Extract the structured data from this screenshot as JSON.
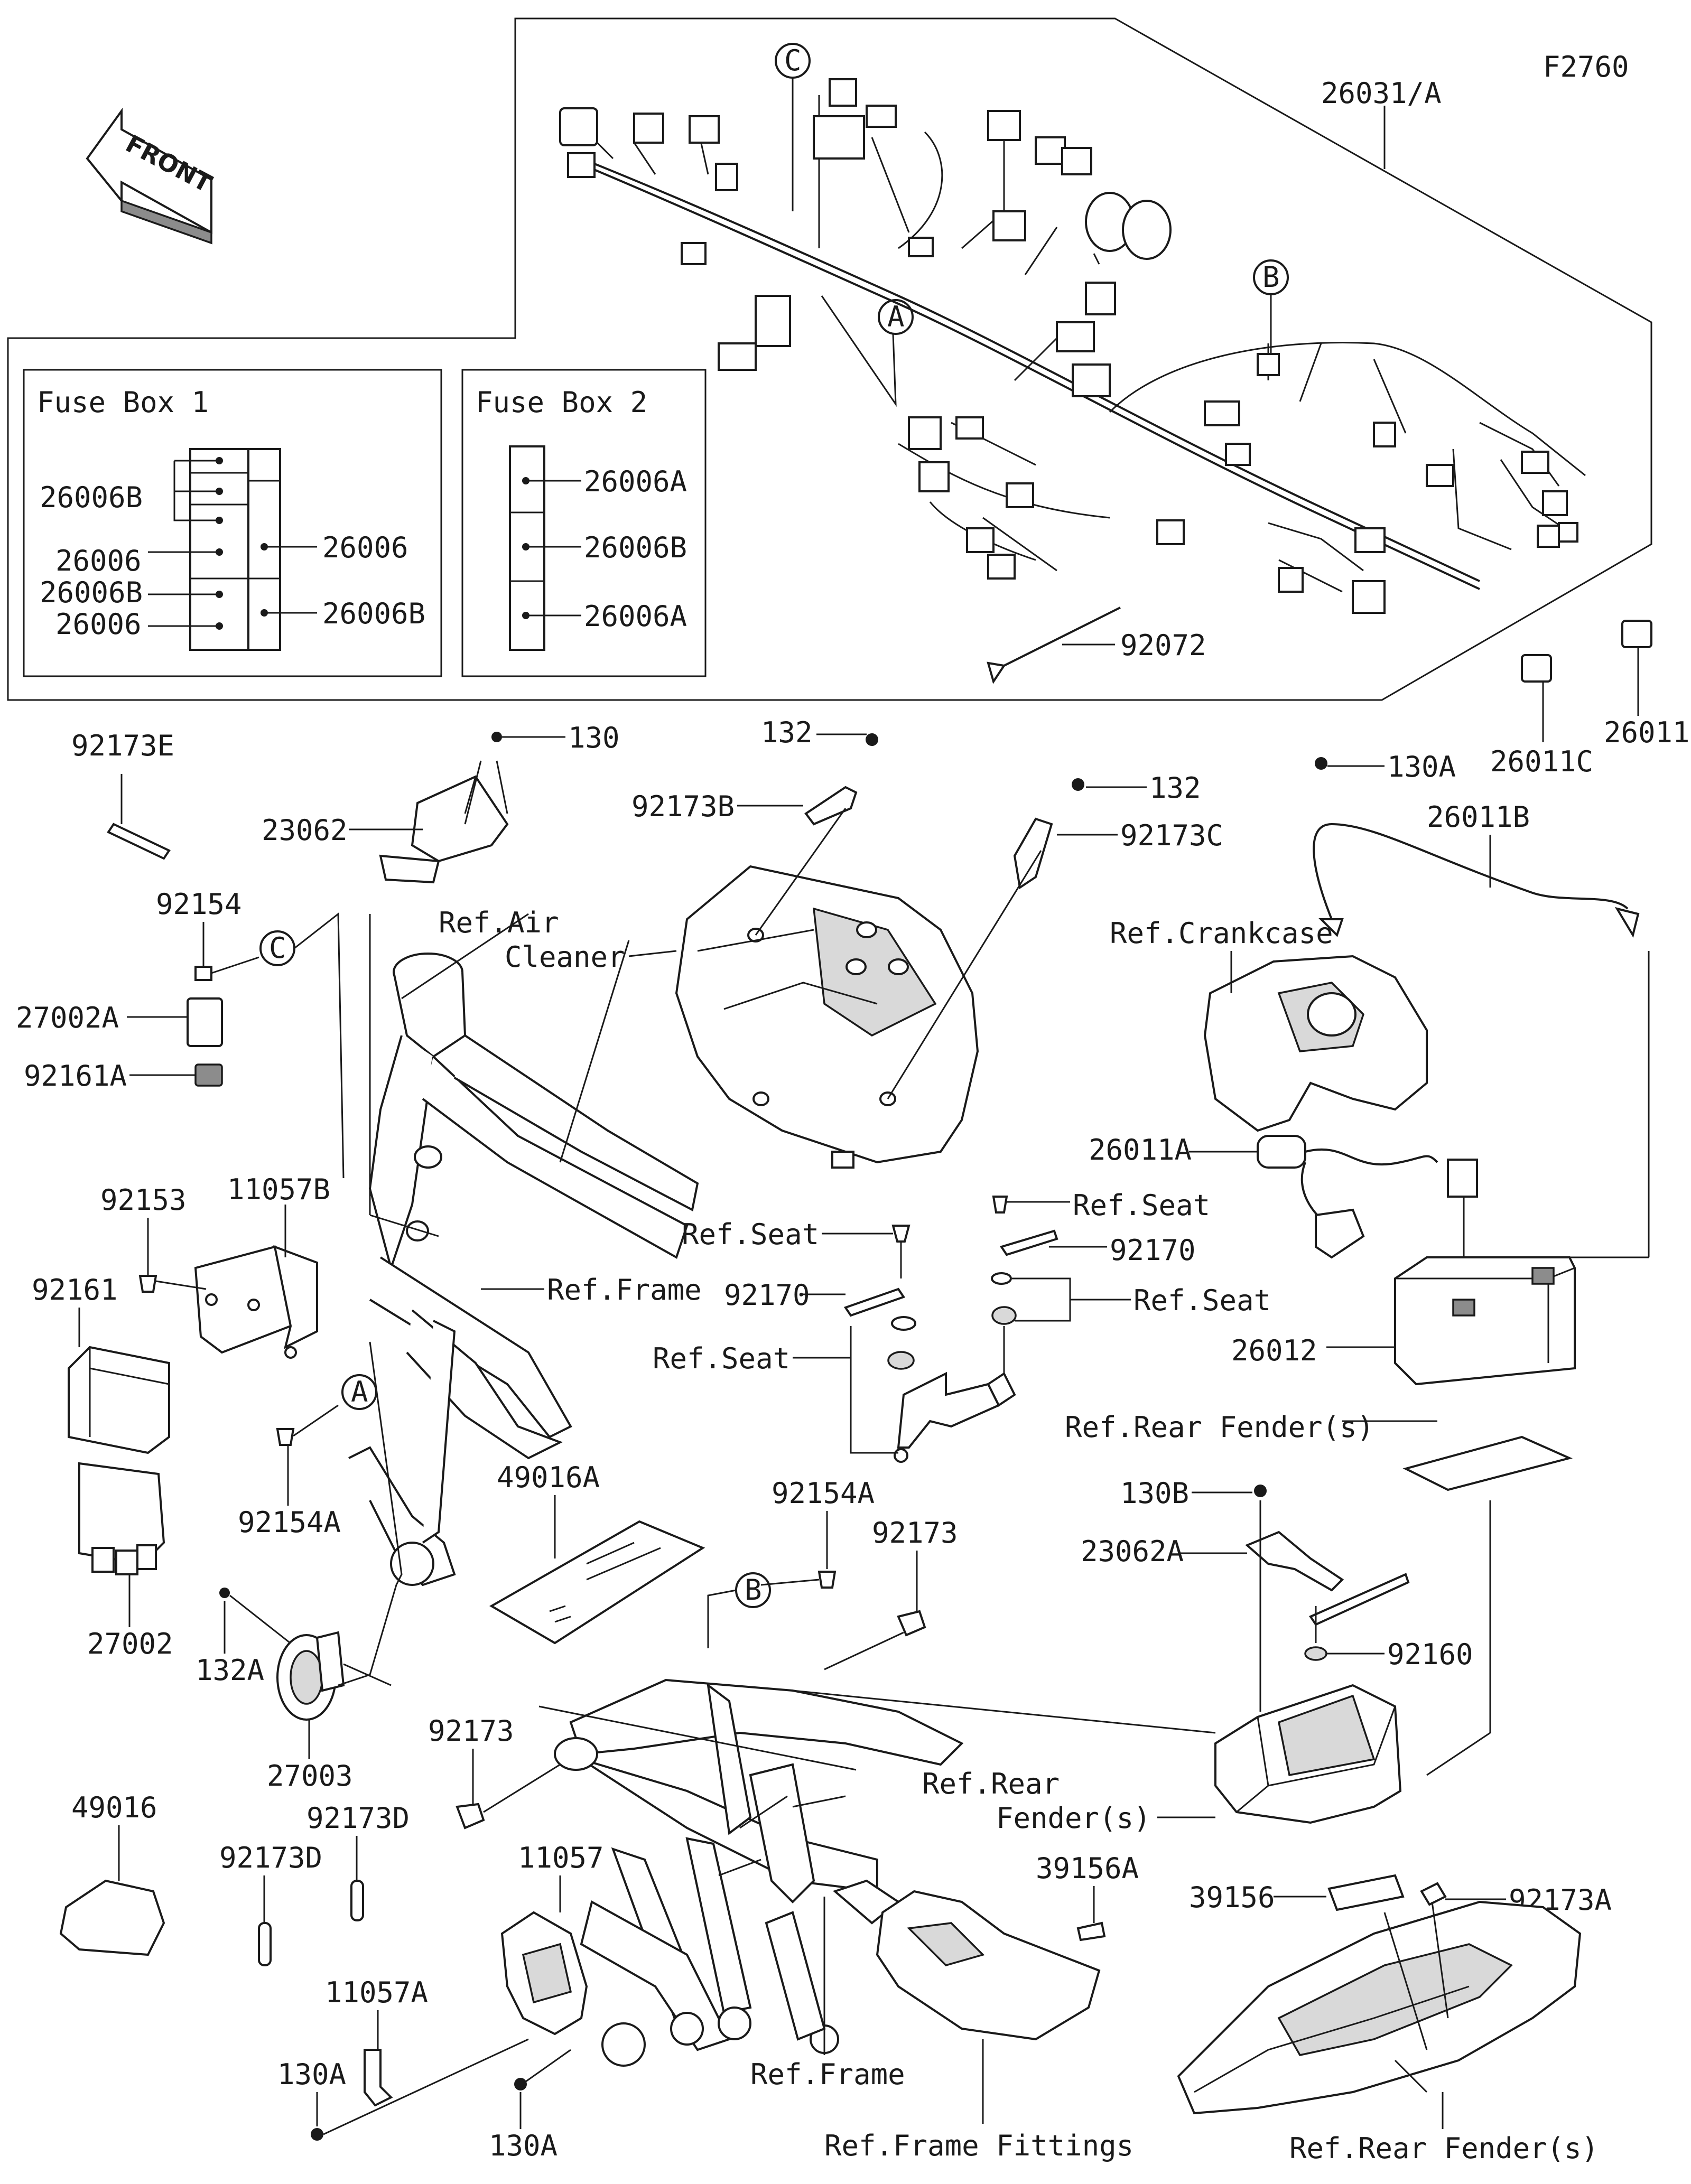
{
  "figure_id": "F2760",
  "front_label": "FRONT",
  "callouts": {
    "A": "A",
    "B": "B",
    "C": "C"
  },
  "fuse_box_1": {
    "title": "Fuse Box 1",
    "labels": [
      "26006B",
      "26006",
      "26006",
      "26006B",
      "26006",
      "26006B"
    ]
  },
  "fuse_box_2": {
    "title": "Fuse Box 2",
    "labels": [
      "26006A",
      "26006B",
      "26006A"
    ]
  },
  "parts": {
    "p26031A": "26031/A",
    "p92072": "92072",
    "p26011": "26011",
    "p26011C": "26011C",
    "p92173E": "92173E",
    "p130_top": "130",
    "p23062": "23062",
    "p132_a": "132",
    "p92173B": "92173B",
    "p132_b": "132",
    "p92173C": "92173C",
    "p130A_top": "130A",
    "p26011B": "26011B",
    "p92154": "92154",
    "ref_air_cleaner_1": "Ref.Air",
    "ref_air_cleaner_2": "Cleaner",
    "ref_crankcase": "Ref.Crankcase",
    "p27002A": "27002A",
    "p92161A": "92161A",
    "p11057B": "11057B",
    "p92153": "92153",
    "p26011A": "26011A",
    "ref_seat_1": "Ref.Seat",
    "ref_seat_2": "Ref.Seat",
    "ref_seat_3": "Ref.Seat",
    "ref_seat_4": "Ref.Seat",
    "p92170_a": "92170",
    "p92170_b": "92170",
    "ref_frame_1": "Ref.Frame",
    "p92161": "92161",
    "p26012": "26012",
    "ref_rear_fender_1": "Ref.Rear Fender(s)",
    "p92154A_a": "92154A",
    "p49016A": "49016A",
    "p92154A_b": "92154A",
    "p130B": "130B",
    "p23062A": "23062A",
    "p27002": "27002",
    "p92173_a": "92173",
    "p132A": "132A",
    "p92160": "92160",
    "p27003": "27003",
    "ref_rear_fender_2a": "Ref.Rear",
    "ref_rear_fender_2b": "Fender(s)",
    "p92173_b": "92173",
    "p49016": "49016",
    "p92173D_a": "92173D",
    "p92173D_b": "92173D",
    "p11057": "11057",
    "p39156A": "39156A",
    "p39156": "39156",
    "p92173A": "92173A",
    "p11057A": "11057A",
    "p130A_a": "130A",
    "p130A_b": "130A",
    "ref_frame_2": "Ref.Frame",
    "ref_frame_fittings": "Ref.Frame Fittings",
    "ref_rear_fender_3": "Ref.Rear Fender(s)"
  }
}
